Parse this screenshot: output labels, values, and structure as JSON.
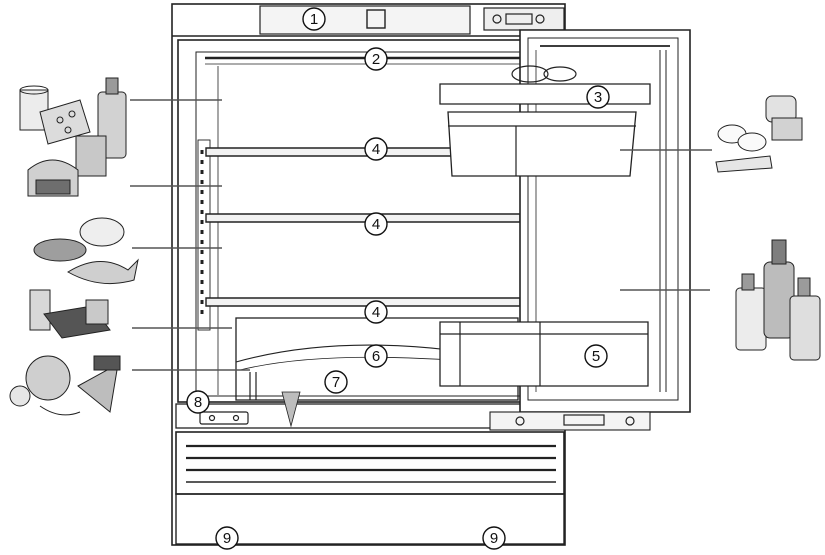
{
  "callouts": [
    {
      "key": "1",
      "label": "1"
    },
    {
      "key": "2",
      "label": "2"
    },
    {
      "key": "3",
      "label": "3"
    },
    {
      "key": "4a",
      "label": "4"
    },
    {
      "key": "4b",
      "label": "4"
    },
    {
      "key": "4c",
      "label": "4"
    },
    {
      "key": "5",
      "label": "5"
    },
    {
      "key": "6",
      "label": "6"
    },
    {
      "key": "7",
      "label": "7"
    },
    {
      "key": "8",
      "label": "8"
    },
    {
      "key": "9a",
      "label": "9"
    },
    {
      "key": "9b",
      "label": "9"
    }
  ],
  "food_groups": [
    {
      "key": "dairy-and-cheese",
      "icon": "dairy-cheese-icon"
    },
    {
      "key": "preserves-and-jars",
      "icon": "jars-icon"
    },
    {
      "key": "fish-and-meat",
      "icon": "fish-meat-icon"
    },
    {
      "key": "packaged-food",
      "icon": "package-icon"
    },
    {
      "key": "vegetables-and-fruit",
      "icon": "vegetables-icon"
    },
    {
      "key": "butter-eggs-tube",
      "icon": "butter-eggs-icon"
    },
    {
      "key": "bottles",
      "icon": "bottles-icon"
    }
  ]
}
